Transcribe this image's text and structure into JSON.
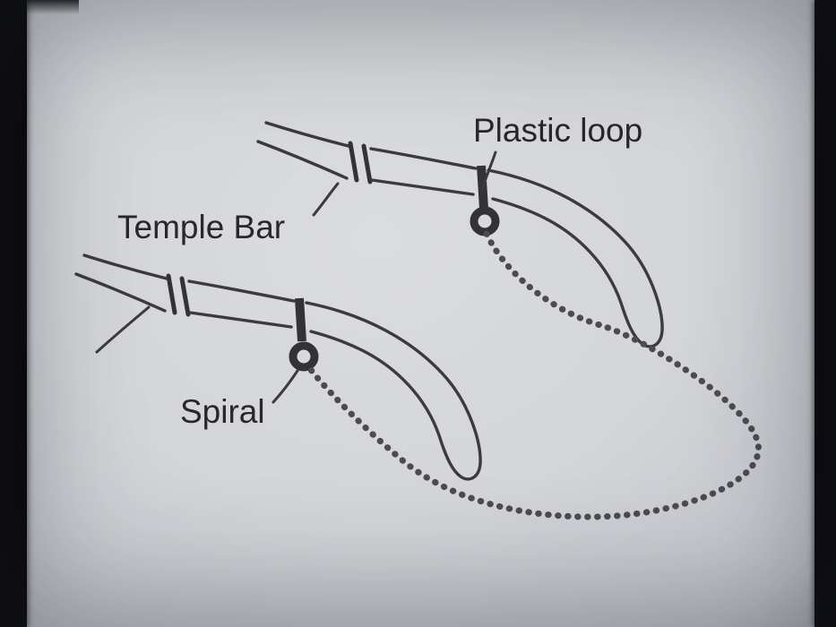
{
  "figure": {
    "description": "Printed instruction diagram of an eyeglass retainer chain attached to two spectacle temple bars",
    "labels": {
      "plastic_loop": "Plastic loop",
      "temple_bar": "Temple Bar",
      "spiral": "Spiral"
    },
    "colors": {
      "paper": "#d3d5d9",
      "ink": "#3a3a3f",
      "label_ink": "#27272c",
      "photo_border": "#070708"
    }
  }
}
